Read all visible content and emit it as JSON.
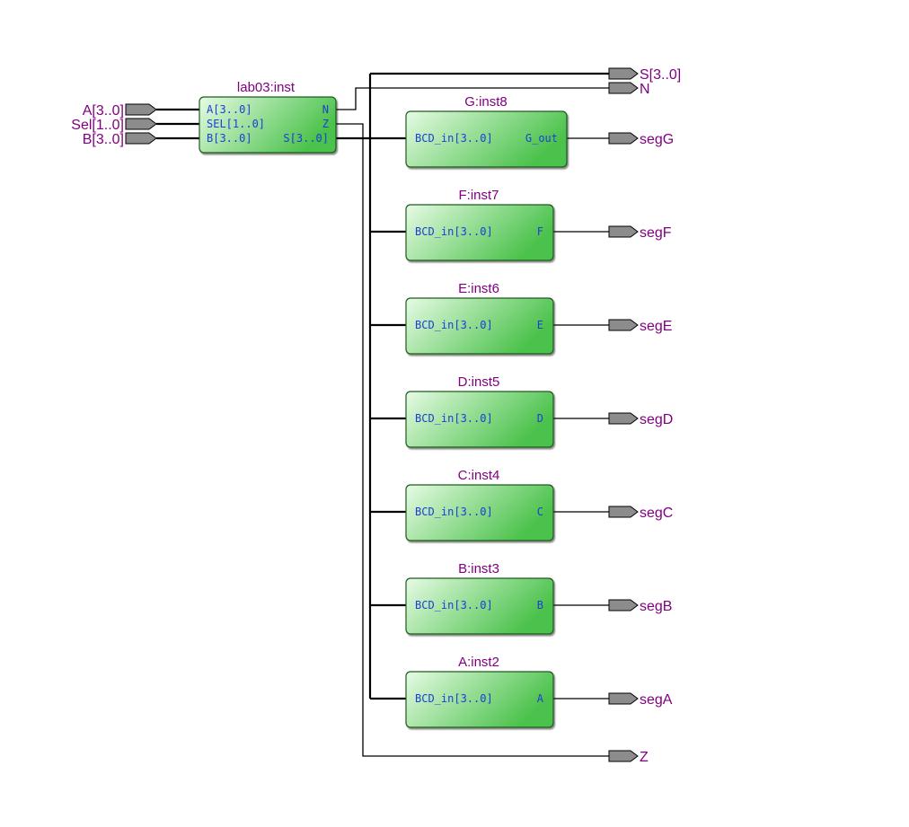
{
  "inputs": [
    {
      "label": "A[3..0]"
    },
    {
      "label": "Sel[1..0]"
    },
    {
      "label": "B[3..0]"
    }
  ],
  "outputs": {
    "s": "S[3..0]",
    "n": "N",
    "z": "Z"
  },
  "main_block": {
    "name": "lab03:inst",
    "ports_in": [
      "A[3..0]",
      "SEL[1..0]",
      "B[3..0]"
    ],
    "ports_out": [
      "N",
      "Z",
      "S[3..0]"
    ]
  },
  "segment_blocks": [
    {
      "name": "G:inst8",
      "port_in": "BCD_in[3..0]",
      "port_out": "G_out",
      "output": "segG"
    },
    {
      "name": "F:inst7",
      "port_in": "BCD_in[3..0]",
      "port_out": "F",
      "output": "segF"
    },
    {
      "name": "E:inst6",
      "port_in": "BCD_in[3..0]",
      "port_out": "E",
      "output": "segE"
    },
    {
      "name": "D:inst5",
      "port_in": "BCD_in[3..0]",
      "port_out": "D",
      "output": "segD"
    },
    {
      "name": "C:inst4",
      "port_in": "BCD_in[3..0]",
      "port_out": "C",
      "output": "segC"
    },
    {
      "name": "B:inst3",
      "port_in": "BCD_in[3..0]",
      "port_out": "B",
      "output": "segB"
    },
    {
      "name": "A:inst2",
      "port_in": "BCD_in[3..0]",
      "port_out": "A",
      "output": "segA"
    }
  ],
  "colors": {
    "block_fill_start": "#e6fbe4",
    "block_fill_end": "#4cc24c",
    "label": "#800080",
    "port": "#1a3fd6",
    "pin": "#8c8c8c"
  }
}
